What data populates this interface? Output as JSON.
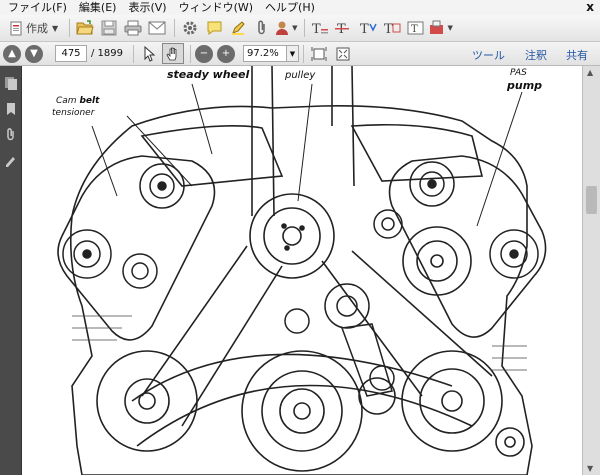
{
  "menu": {
    "items": [
      "ファイル(F)",
      "編集(E)",
      "表示(V)",
      "ウィンドウ(W)",
      "ヘルプ(H)"
    ],
    "close": "x"
  },
  "toolbar": {
    "create_label": "作成"
  },
  "navbar": {
    "current_page": "475",
    "total_pages": "/ 1899",
    "zoom": "97.2%",
    "tools_label": "ツール",
    "comment_label": "注釈",
    "share_label": "共有"
  },
  "diagram": {
    "labels": {
      "steady_wheel": "steady wheel",
      "pulley": "pulley",
      "cam_belt": "Cam belt",
      "cam_belt_prefix": "Cam",
      "cam_belt_word": "belt",
      "tensioner": "tensioner",
      "pas": "PAS",
      "pump": "pump"
    }
  },
  "icons": {
    "open": "folder-open-icon",
    "save": "save-icon",
    "print": "print-icon",
    "email": "email-icon",
    "settings": "gear-icon",
    "comment": "comment-icon",
    "highlight": "pen-icon",
    "attach": "paperclip-icon",
    "user": "user-icon",
    "text": "text-edit-icon"
  }
}
